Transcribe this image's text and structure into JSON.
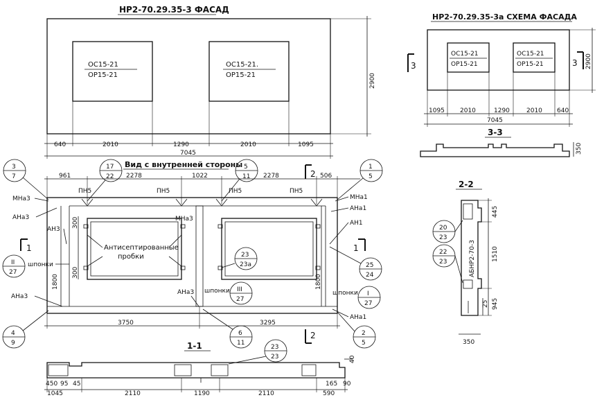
{
  "facade": {
    "title": "НР2-70.29.35-3   ФАСАД",
    "window_left": {
      "top": "ОС15-21",
      "bottom": "ОР15-21"
    },
    "window_right": {
      "top": "ОС15-21.",
      "bottom": "ОР15-21"
    },
    "height": "2900",
    "dims": [
      "640",
      "2010",
      "1290",
      "2010",
      "1095"
    ],
    "total": "7045"
  },
  "scheme": {
    "title": "НР2-70.29.35-3а  СХЕМА ФАСАДА",
    "window_left": {
      "top": "ОС15-21",
      "bottom": "ОР15-21"
    },
    "window_right": {
      "top": "ОС15-21",
      "bottom": "ОР15-21"
    },
    "height": "2900",
    "dims": [
      "1095",
      "2010",
      "1290",
      "2010",
      "640"
    ],
    "total": "7045",
    "cut_left": "3",
    "cut_right": "3"
  },
  "section_33": {
    "title": "3-3",
    "height": "350"
  },
  "section_22": {
    "title": "2-2",
    "dims": [
      "445",
      "1510",
      "945"
    ],
    "small": "25",
    "width": "350",
    "label": "АБНР2-70-3",
    "call1": {
      "top": "20",
      "bottom": "23"
    },
    "call2": {
      "top": "22",
      "bottom": "23"
    }
  },
  "inside_view": {
    "title": "Вид с внутренней стороны",
    "top_dims": [
      "961",
      "2278",
      "1022",
      "2278",
      "506"
    ],
    "bottom_dims": [
      "3750",
      "3295"
    ],
    "pn5": [
      "ПН5",
      "ПН5",
      "ПН5",
      "ПН5"
    ],
    "labels": {
      "mna3": "МНа3",
      "ana3_a": "АНа3",
      "an3": "АН3",
      "shponki_left": "шпонки",
      "ana3_b": "АНа3",
      "mna3_b": "МНа3",
      "antiseptic1": "Антисептированные",
      "antiseptic2": "пробки",
      "ana3_c": "АНа3",
      "shponki_mid": "шпонки",
      "mna1": "МНа1",
      "ana1": "АНа1",
      "an1": "АН1",
      "shponki_right": "шпонки",
      "ana1_b": "АНа1"
    },
    "dim300a": "300",
    "dim300b": "300",
    "dim1800a": "1800",
    "dim1800b": "1800",
    "section_mark_left": "1",
    "section_mark_right": "1",
    "section_mark_top": "2",
    "section_mark_bottom": "2",
    "calls": [
      {
        "top": "3",
        "bottom": "7"
      },
      {
        "top": "17",
        "bottom": "22"
      },
      {
        "top": "5",
        "bottom": "11"
      },
      {
        "top": "1",
        "bottom": "5"
      },
      {
        "top": "II",
        "bottom": "27"
      },
      {
        "top": "23",
        "bottom": "23а"
      },
      {
        "top": "III",
        "bottom": "27"
      },
      {
        "top": "25",
        "bottom": "24"
      },
      {
        "top": "I",
        "bottom": "27"
      },
      {
        "top": "4",
        "bottom": "9"
      },
      {
        "top": "6",
        "bottom": "11"
      },
      {
        "top": "2",
        "bottom": "5"
      }
    ]
  },
  "section_11": {
    "title": "1-1",
    "call": {
      "top": "23",
      "bottom": "23"
    },
    "dims": [
      "450",
      "95",
      "45",
      "1045",
      "2110",
      "1190",
      "2110",
      "590",
      "165",
      "90",
      "40"
    ]
  }
}
